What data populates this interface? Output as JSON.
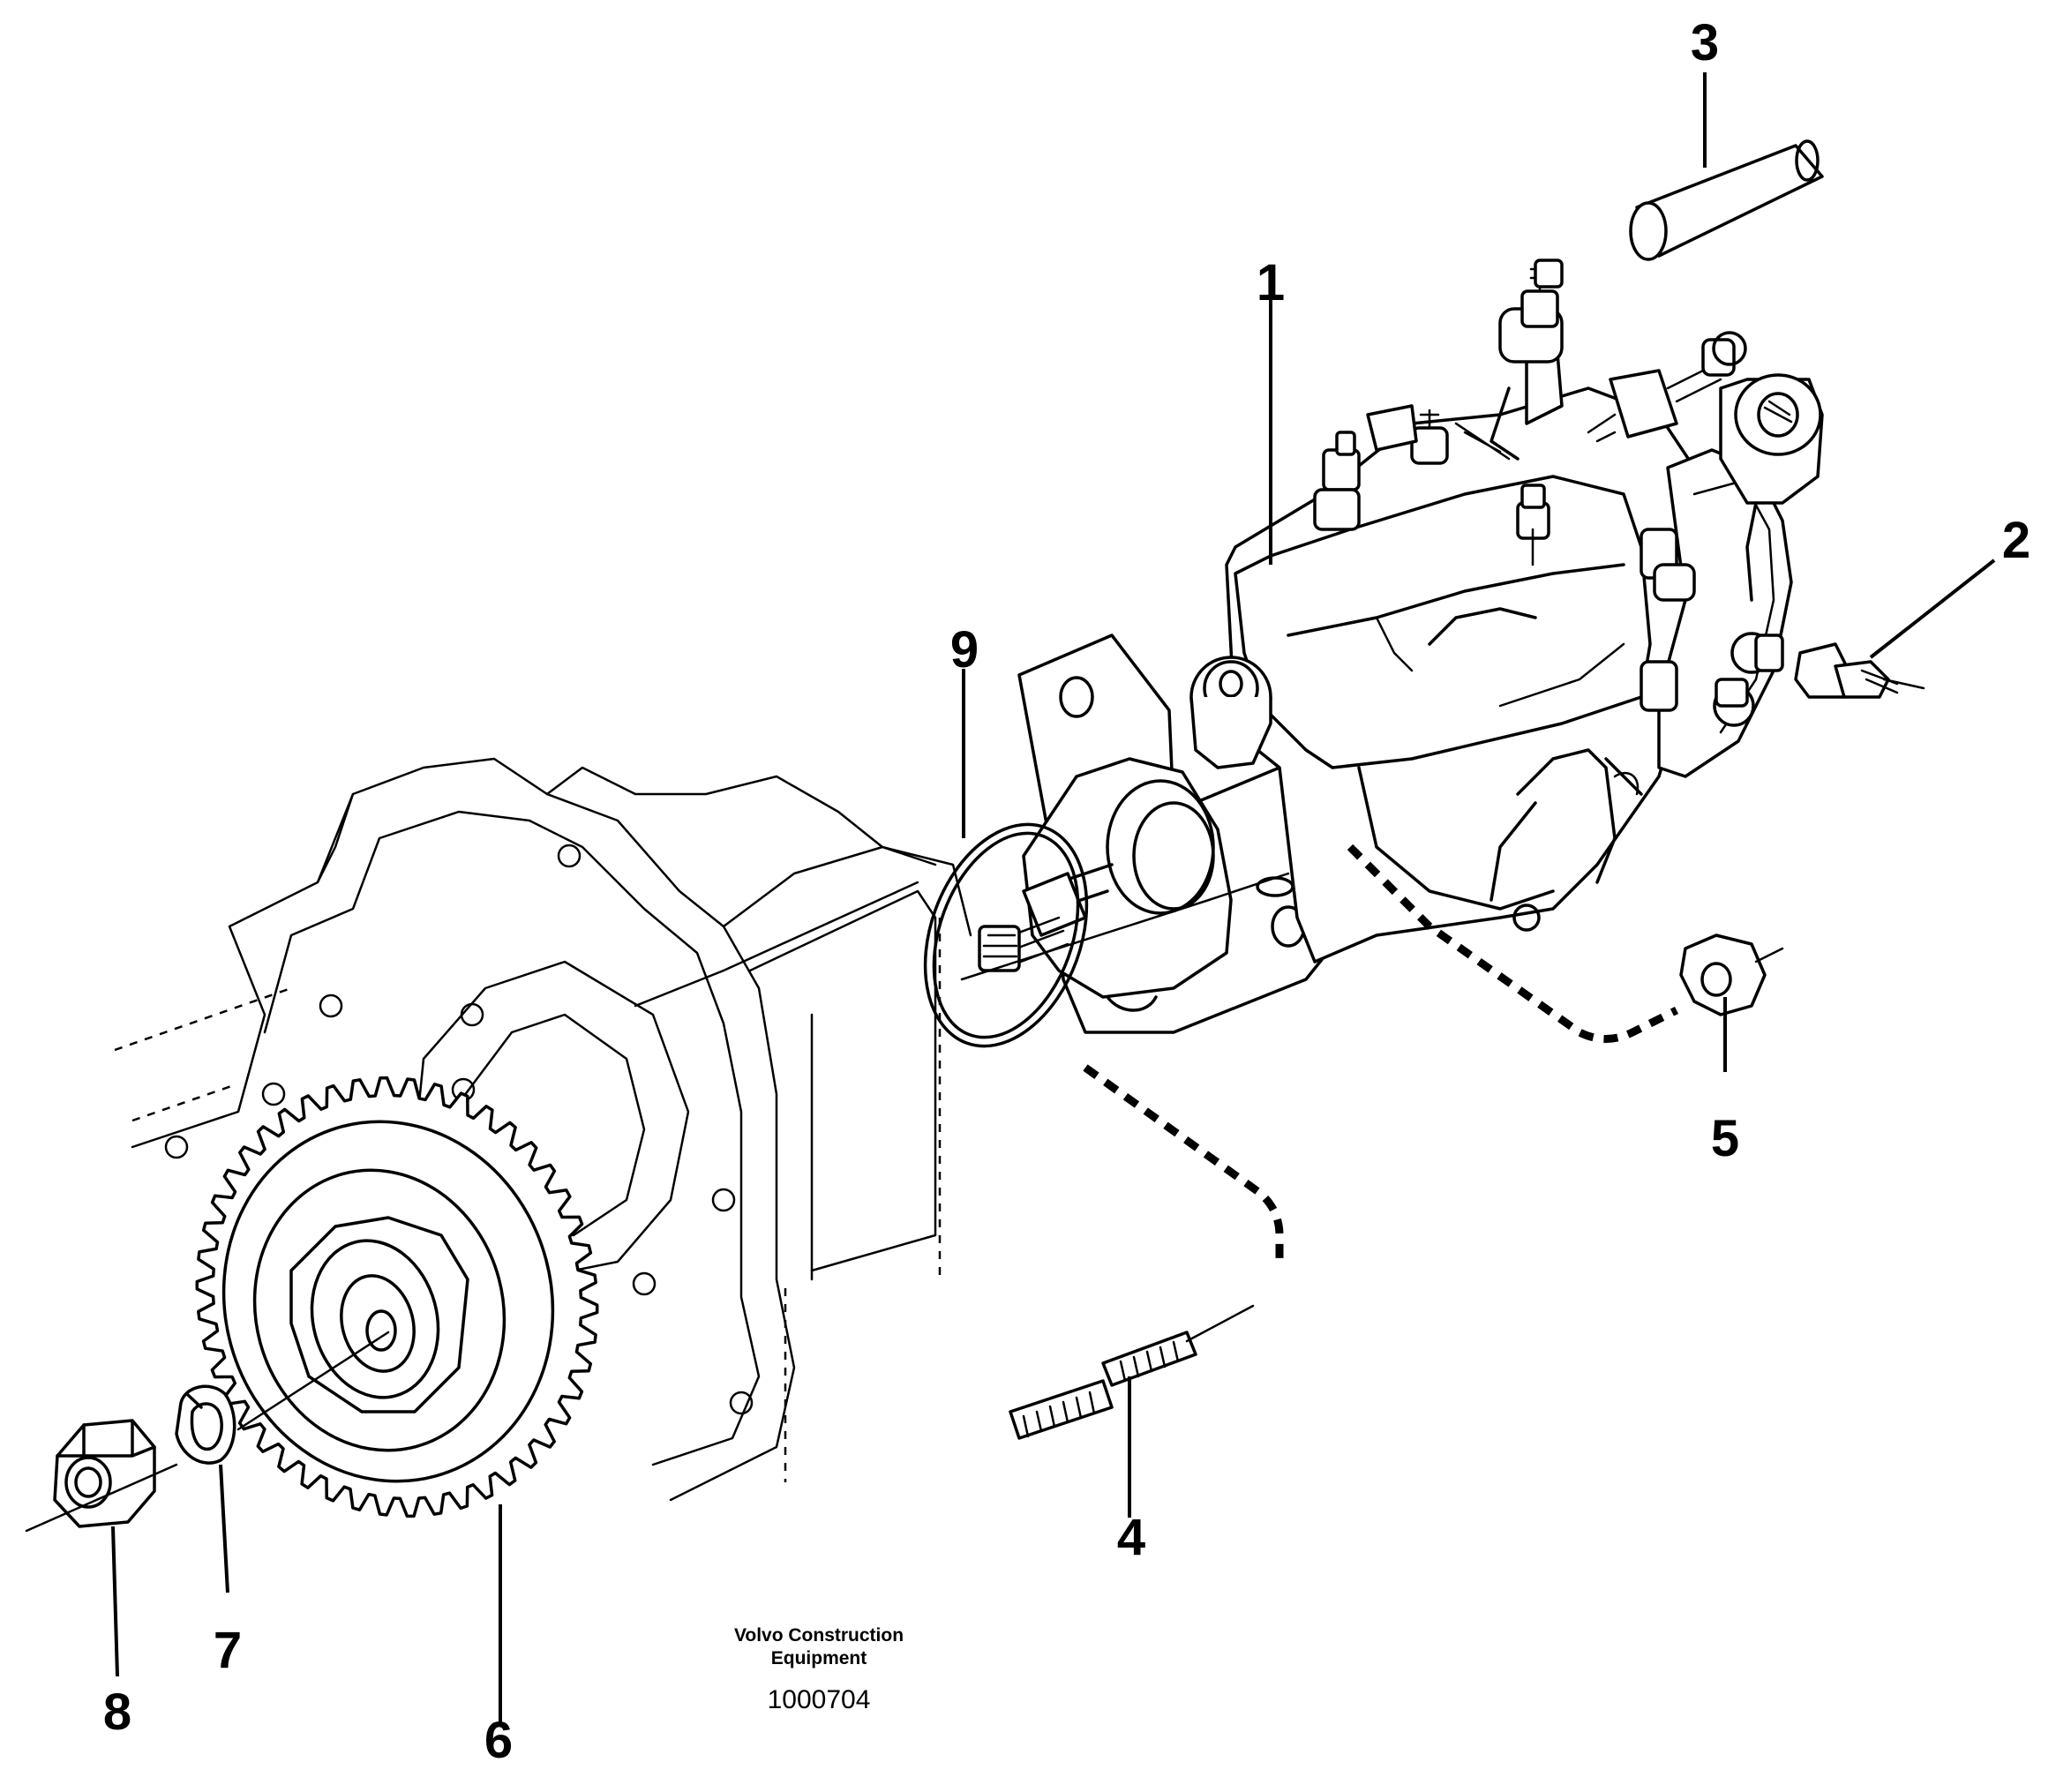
{
  "callouts": {
    "c1": "1",
    "c2": "2",
    "c3": "3",
    "c4": "4",
    "c5": "5",
    "c6": "6",
    "c7": "7",
    "c8": "8",
    "c9": "9"
  },
  "credit": {
    "line1": "Volvo Construction",
    "line2": "Equipment",
    "figure_number": "1000704"
  }
}
